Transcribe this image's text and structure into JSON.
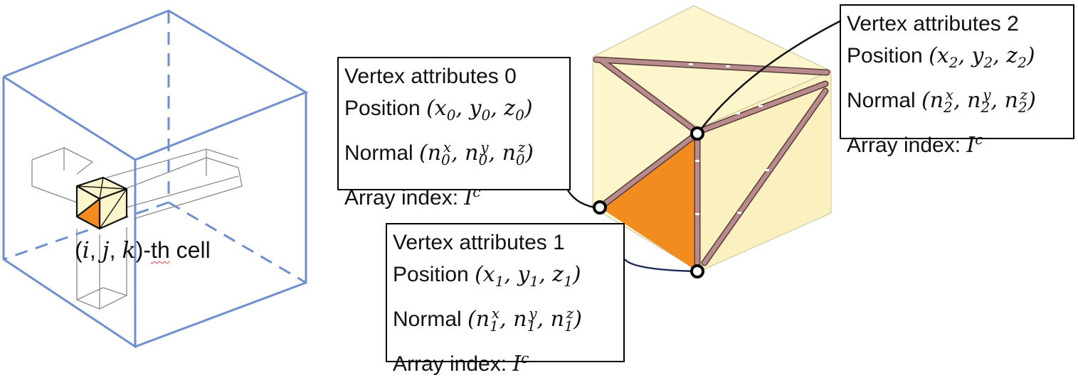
{
  "cell_label": {
    "prefix": "(",
    "i": "i",
    "sep1": ", ",
    "j": "j",
    "sep2": ", ",
    "k": "k",
    "suffix": ")-",
    "th": "th",
    "rest": " cell"
  },
  "boxes": [
    {
      "id": "0",
      "title": "Vertex attributes 0",
      "position_label": "Position ",
      "position_math": "(x0, y0, z0)",
      "normal_label": "Normal ",
      "normal_math": "(n0x, n0y, n0z)",
      "index_label": "Array index: ",
      "index_math": "Ic"
    },
    {
      "id": "1",
      "title": "Vertex attributes 1",
      "position_label": "Position ",
      "position_math": "(x1, y1, z1)",
      "normal_label": "Normal ",
      "normal_math": "(n1x, n1y, n1z)",
      "index_label": "Array index: ",
      "index_math": "Ic"
    },
    {
      "id": "2",
      "title": "Vertex attributes 2",
      "position_label": "Position ",
      "position_math": "(x2, y2, z2)",
      "normal_label": "Normal ",
      "normal_math": "(n2x, n2y, n2z)",
      "index_label": "Array index: ",
      "index_math": "Ic"
    }
  ],
  "colors": {
    "outer_cube": "#6f8fcf",
    "face_cream": "#fdf6cc",
    "face_cream_dark": "#f7efbf",
    "triangle_orange": "#f28c1e",
    "edge_mauve": "#b88c8c",
    "thin_gray": "#8a8a8a"
  }
}
